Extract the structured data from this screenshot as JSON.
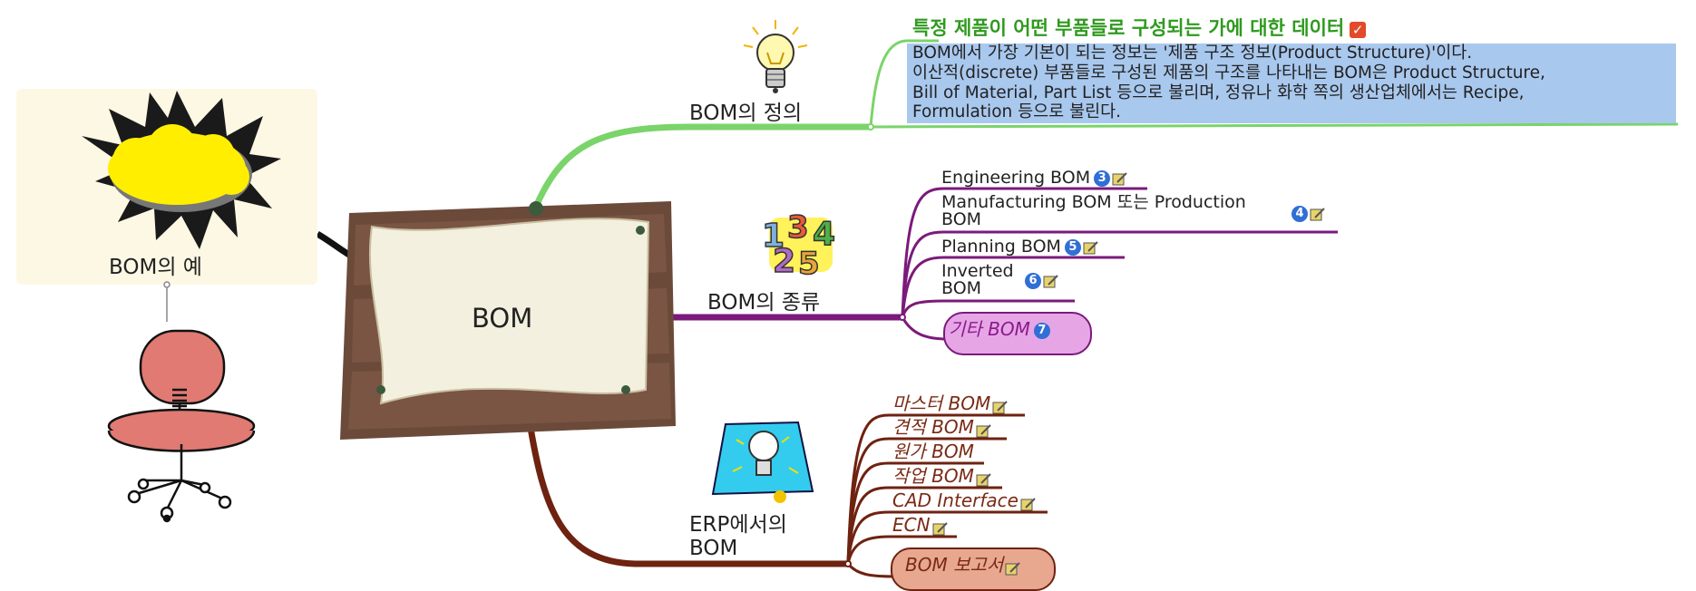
{
  "central": {
    "title": "BOM"
  },
  "example": {
    "label": "BOM의 예"
  },
  "definition": {
    "label": "BOM의 정의",
    "headline": "특정 제품이 어떤 부품들로 구성되는 가에 대한 데이터",
    "body": [
      "BOM에서 가장 기본이 되는 정보는 '제품 구조 정보(Product Structure)'이다.",
      "이산적(discrete) 부품들로 구성된 제품의 구조를 나타내는 BOM은 Product Structure,",
      "Bill of Material, Part List 등으로 불리며, 정유나 화학 쪽의 생산업체에서는 Recipe,",
      "Formulation 등으로 불린다."
    ],
    "color": "#7ad46a"
  },
  "types": {
    "label": "BOM의 종류",
    "color": "#7b1a7b",
    "items": [
      {
        "line1": "Engineering BOM",
        "line2": "",
        "badge": "3"
      },
      {
        "line1": "Manufacturing BOM 또는 Production",
        "line2": "BOM",
        "badge": "4"
      },
      {
        "line1": "Planning BOM",
        "line2": "",
        "badge": "5"
      },
      {
        "line1": "Inverted",
        "line2": "BOM",
        "badge": "6"
      },
      {
        "line1": "기타 BOM",
        "line2": "",
        "badge": "7"
      }
    ]
  },
  "erp": {
    "label_line1": "ERP에서의",
    "label_line2": "BOM",
    "color": "#6e2210",
    "items": [
      {
        "label": "마스터 BOM"
      },
      {
        "label": "견적 BOM"
      },
      {
        "label": "원가 BOM"
      },
      {
        "label": "작업 BOM"
      },
      {
        "label": "CAD Interface"
      },
      {
        "label": "ECN"
      },
      {
        "label": "BOM 보고서"
      }
    ]
  },
  "colors": {
    "badge_blue": "#2f6fd6",
    "note_yellow": "#e8d36a",
    "def_box": "#a9c8ee",
    "erp_cloud": "#e8a890",
    "types_cloud": "#e6a6e6"
  }
}
